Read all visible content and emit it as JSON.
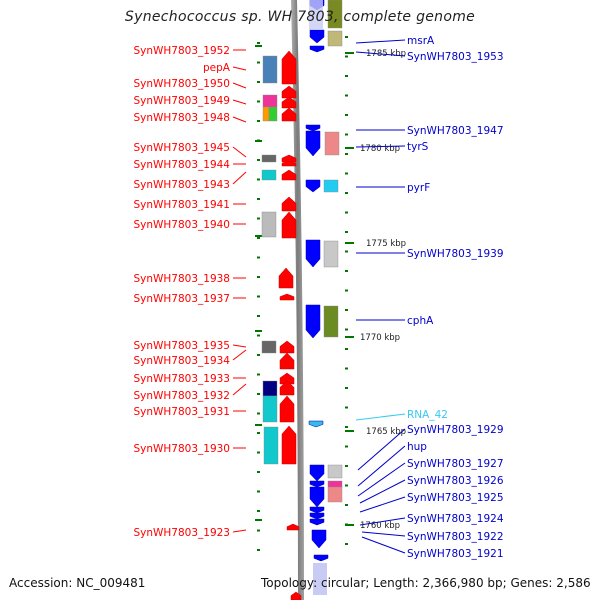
{
  "title": "Synechococcus sp. WH 7803, complete genome",
  "footer": {
    "accession": "Accession: NC_009481",
    "summary": "Topology: circular; Length: 2,366,980 bp; Genes: 2,586"
  },
  "colors": {
    "forward_label": "#ff0000",
    "reverse_label": "#0000cc",
    "rna_label": "#33ccee",
    "backbone": "#808080",
    "tick": "#007700",
    "forward_arrow": "#ff0000",
    "reverse_arrow": "#0000ff"
  },
  "ticks": [
    {
      "label": "1785 kbp"
    },
    {
      "label": "1780 kbp"
    },
    {
      "label": "1775 kbp"
    },
    {
      "label": "1770 kbp"
    },
    {
      "label": "1765 kbp"
    },
    {
      "label": "1760 kbp"
    }
  ],
  "forward_labels": [
    {
      "label": "SynWH7803_1952"
    },
    {
      "label": "pepA"
    },
    {
      "label": "SynWH7803_1950"
    },
    {
      "label": "SynWH7803_1949"
    },
    {
      "label": "SynWH7803_1948"
    },
    {
      "label": "SynWH7803_1945"
    },
    {
      "label": "SynWH7803_1944"
    },
    {
      "label": "SynWH7803_1943"
    },
    {
      "label": "SynWH7803_1941"
    },
    {
      "label": "SynWH7803_1940"
    },
    {
      "label": "SynWH7803_1938"
    },
    {
      "label": "SynWH7803_1937"
    },
    {
      "label": "SynWH7803_1935"
    },
    {
      "label": "SynWH7803_1934"
    },
    {
      "label": "SynWH7803_1933"
    },
    {
      "label": "SynWH7803_1932"
    },
    {
      "label": "SynWH7803_1931"
    },
    {
      "label": "SynWH7803_1930"
    },
    {
      "label": "SynWH7803_1923"
    }
  ],
  "reverse_labels": [
    {
      "label": "msrA",
      "type": "gene"
    },
    {
      "label": "SynWH7803_1953",
      "type": "gene"
    },
    {
      "label": "SynWH7803_1947",
      "type": "gene"
    },
    {
      "label": "tyrS",
      "type": "gene"
    },
    {
      "label": "pyrF",
      "type": "gene"
    },
    {
      "label": "SynWH7803_1939",
      "type": "gene"
    },
    {
      "label": "cphA",
      "type": "gene"
    },
    {
      "label": "RNA_42",
      "type": "rna"
    },
    {
      "label": "SynWH7803_1929",
      "type": "gene"
    },
    {
      "label": "hup",
      "type": "gene"
    },
    {
      "label": "SynWH7803_1927",
      "type": "gene"
    },
    {
      "label": "SynWH7803_1926",
      "type": "gene"
    },
    {
      "label": "SynWH7803_1925",
      "type": "gene"
    },
    {
      "label": "SynWH7803_1924",
      "type": "gene"
    },
    {
      "label": "SynWH7803_1922",
      "type": "gene"
    },
    {
      "label": "SynWH7803_1921",
      "type": "gene"
    }
  ]
}
